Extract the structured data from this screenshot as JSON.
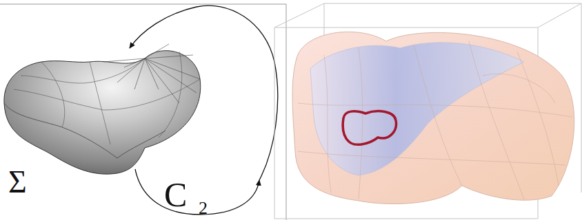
{
  "diagram": {
    "labels": [
      "Σ",
      "C",
      "2"
    ]
  }
}
